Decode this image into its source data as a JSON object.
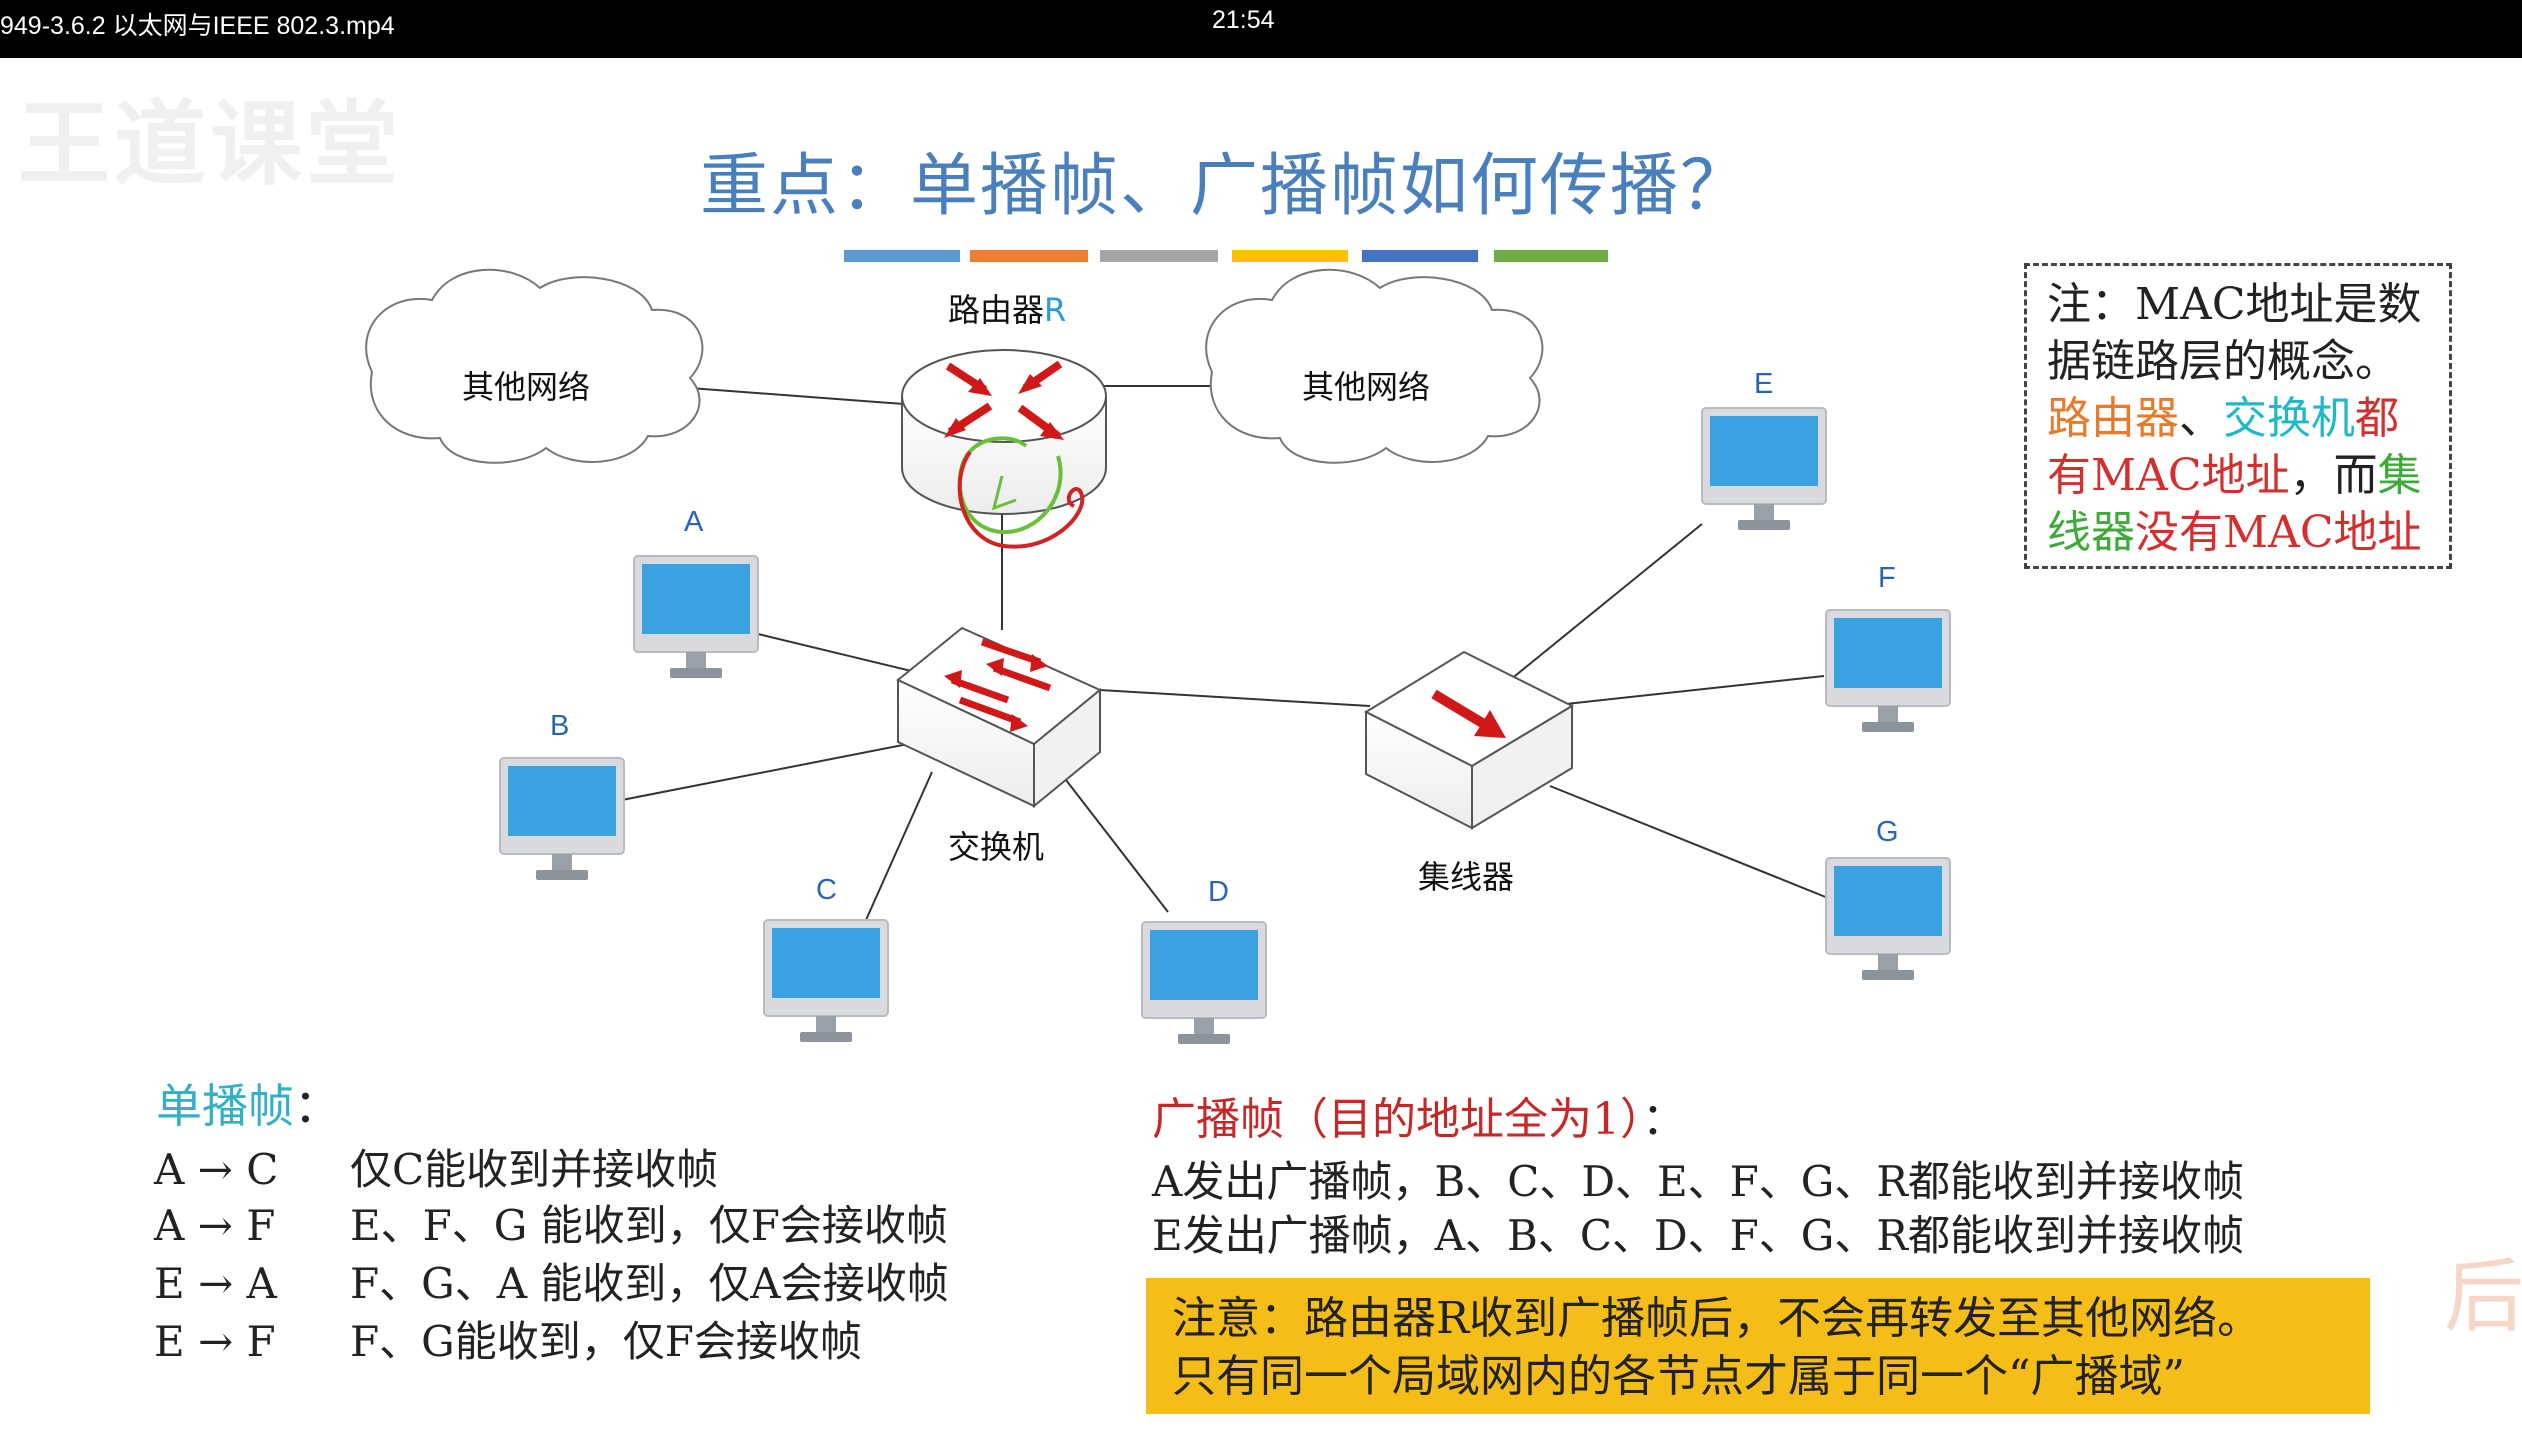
{
  "player": {
    "filename": "949-3.6.2 以太网与IEEE 802.3.mp4",
    "time": "21:54"
  },
  "slide": {
    "title": "重点：单播帧、广播帧如何传播？",
    "color_bar": [
      "#5b9bd5",
      "#ed7d31",
      "#a5a5a5",
      "#ffc000",
      "#4472c4",
      "#70ad47"
    ],
    "diagram": {
      "cloud_left": "其他网络",
      "cloud_right": "其他网络",
      "router_label": "路由器",
      "router_suffix": "R",
      "switch_label": "交换机",
      "hub_label": "集线器",
      "hosts": [
        "A",
        "B",
        "C",
        "D",
        "E",
        "F",
        "G"
      ]
    },
    "note": {
      "line1": "注：MAC地址是数",
      "line2": "据链路层的概念。",
      "router": "路由器",
      "sep": "、",
      "switch": "交换机",
      "all": "都",
      "has_mac": "有MAC地址",
      "comma_and": "，而",
      "hub_part1": "集",
      "hub_part2": "线器",
      "no_mac": "没有MAC地址"
    },
    "unicast": {
      "title": "单播帧",
      "colon": "：",
      "rows": [
        {
          "pair": "A → C",
          "desc": "仅C能收到并接收帧"
        },
        {
          "pair": "A → F",
          "desc": "E、F、G 能收到，仅F会接收帧"
        },
        {
          "pair": "E → A",
          "desc": "F、G、A 能收到，仅A会接收帧"
        },
        {
          "pair": "E → F",
          "desc": "F、G能收到，仅F会接收帧"
        }
      ]
    },
    "broadcast": {
      "title": "广播帧（目的地址全为1）",
      "colon": "：",
      "rows": [
        "A发出广播帧，B、C、D、E、F、G、R都能收到并接收帧",
        "E发出广播帧，A、B、C、D、F、G、R都能收到并接收帧"
      ]
    },
    "attention": {
      "line1": "注意：路由器R收到广播帧后，不会再转发至其他网络。",
      "line2": "只有同一个局域网内的各节点才属于同一个“广播域”"
    },
    "watermark": "王道课堂",
    "side_char": "后"
  }
}
